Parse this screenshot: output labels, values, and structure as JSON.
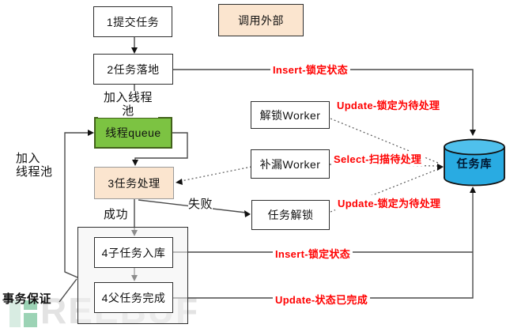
{
  "nodes": {
    "submit": {
      "label": "1提交任务"
    },
    "land": {
      "label": "2任务落地"
    },
    "external": {
      "label": "调用外部"
    },
    "queue": {
      "label": "线程queue"
    },
    "process": {
      "label": "3任务处理"
    },
    "unlock_worker": {
      "label": "解锁Worker"
    },
    "fill_worker": {
      "label": "补漏Worker"
    },
    "task_unlock": {
      "label": "任务解锁"
    },
    "subtask": {
      "label": "4子任务入库"
    },
    "parent_done": {
      "label": "4父任务完成"
    },
    "db": {
      "label": "任务库"
    }
  },
  "labels": {
    "join_pool": "加入线程池",
    "join_left_1": "加入",
    "join_left_2": "线程池",
    "success": "成功",
    "fail": "失败",
    "transaction": "事务保证"
  },
  "sql": {
    "insert_top": "Insert-锁定状态",
    "update_unlock_worker": "Update-锁定为待处理",
    "select_scan": "Select-扫描待处理",
    "update_task_unlock": "Update-锁定为待处理",
    "insert_subtask": "Insert-锁定状态",
    "update_done": "Update-状态已完成"
  },
  "colors": {
    "queue_green": "#7CC342",
    "peach": "#FBE5CF",
    "db_blue": "#29ABE2",
    "db_blue_top": "#4FC0EC",
    "sql_red": "#FF0000",
    "line_gray": "#4a4a4a",
    "watermark_green": "#9CD3B5",
    "watermark_gray": "#E3E3E3"
  },
  "watermark": {
    "text": "REEBUF"
  }
}
